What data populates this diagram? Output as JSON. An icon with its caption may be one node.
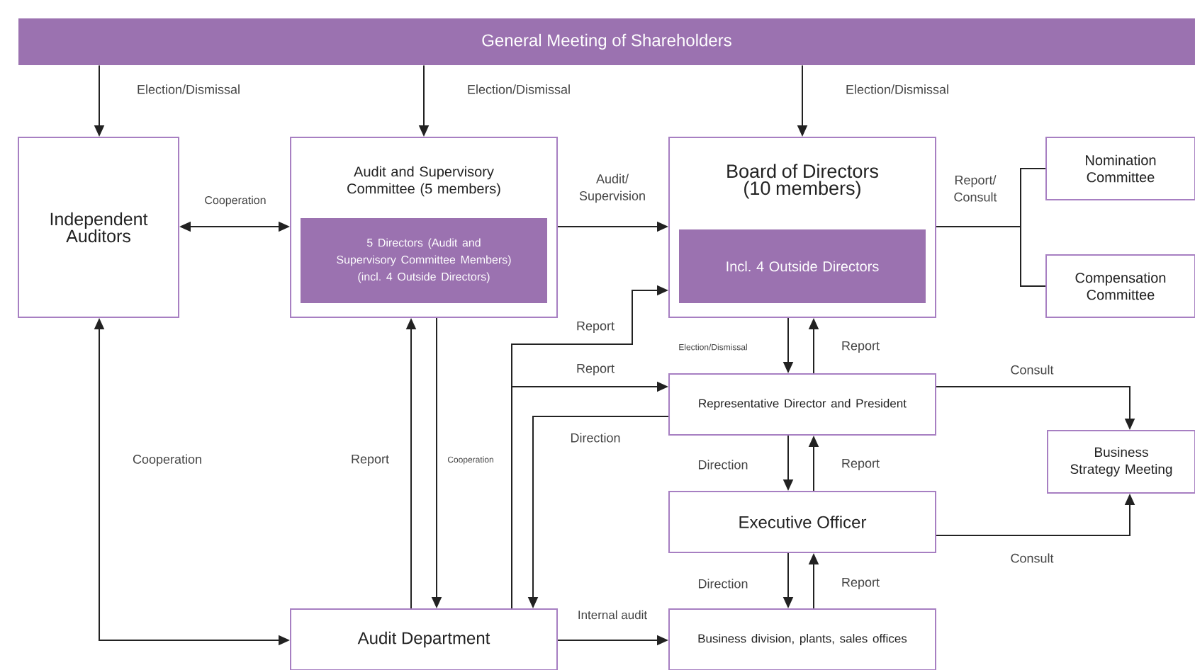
{
  "diagram": {
    "nodes": [
      {
        "text": [
          "General Meeting of Shareholders"
        ]
      },
      {
        "text": [
          "Independent Auditors"
        ]
      },
      {
        "text": [
          "Audit and Supervisory Committee (5 members)"
        ]
      },
      {
        "text": [
          "5 Directors (Audit and Supervisory Committee Members) (incl. 4 Outside Directors)"
        ],
        "in": 2
      },
      {
        "text": [
          "Board of Directors (10 members)"
        ]
      },
      {
        "text": [
          "Incl. 4 Outside Directors"
        ],
        "in": 4
      },
      {
        "text": [
          "Nomination Committee"
        ]
      },
      {
        "text": [
          "Compensation Committee"
        ]
      },
      {
        "text": [
          "Representative Director and President"
        ]
      },
      {
        "text": [
          "Business Strategy Meeting"
        ]
      },
      {
        "text": [
          "Executive Officer"
        ]
      },
      {
        "text": [
          "Audit Department"
        ]
      },
      {
        "text": [
          "Business division, plants, sales offices"
        ]
      }
    ],
    "edges": [
      {
        "from": 0,
        "to": 1,
        "arrow": "to",
        "label": "Election/Dismissal"
      },
      {
        "from": 0,
        "to": 2,
        "arrow": "to",
        "label": "Election/Dismissal"
      },
      {
        "from": 0,
        "to": 4,
        "arrow": "to",
        "label": "Election/Dismissal"
      },
      {
        "from": 1,
        "to": 2,
        "arrow": "both",
        "label": "Cooperation"
      },
      {
        "from": 2,
        "to": 4,
        "arrow": "to",
        "label": "Audit/ Supervision"
      },
      {
        "from": 4,
        "to": 6,
        "arrow": "none",
        "label": "Report/ Consult"
      },
      {
        "from": 4,
        "to": 7,
        "arrow": "none"
      },
      {
        "from": 4,
        "to": 8,
        "arrow": "to",
        "label": "Election/Dismissal"
      },
      {
        "from": 8,
        "to": 4,
        "arrow": "to",
        "label": "Report"
      },
      {
        "from": 8,
        "to": 9,
        "arrow": "to",
        "label": "Consult"
      },
      {
        "from": 8,
        "to": 10,
        "arrow": "to",
        "label": "Direction"
      },
      {
        "from": 10,
        "to": 8,
        "arrow": "to",
        "label": "Report"
      },
      {
        "from": 10,
        "to": 9,
        "arrow": "to",
        "label": "Consult"
      },
      {
        "from": 10,
        "to": 12,
        "arrow": "to",
        "label": "Direction"
      },
      {
        "from": 12,
        "to": 10,
        "arrow": "to",
        "label": "Report"
      },
      {
        "from": 1,
        "to": 11,
        "arrow": "both",
        "label": "Cooperation"
      },
      {
        "from": 11,
        "to": 2,
        "arrow": "to",
        "label": "Report"
      },
      {
        "from": 2,
        "to": 11,
        "arrow": "to",
        "label": "Cooperation"
      },
      {
        "from": 11,
        "to": 4,
        "arrow": "to",
        "label": "Report"
      },
      {
        "from": 11,
        "to": 8,
        "arrow": "to",
        "label": "Report"
      },
      {
        "from": 8,
        "to": 11,
        "arrow": "to",
        "label": "Direction"
      },
      {
        "from": 11,
        "to": 12,
        "arrow": "to",
        "label": "Internal audit"
      }
    ]
  }
}
